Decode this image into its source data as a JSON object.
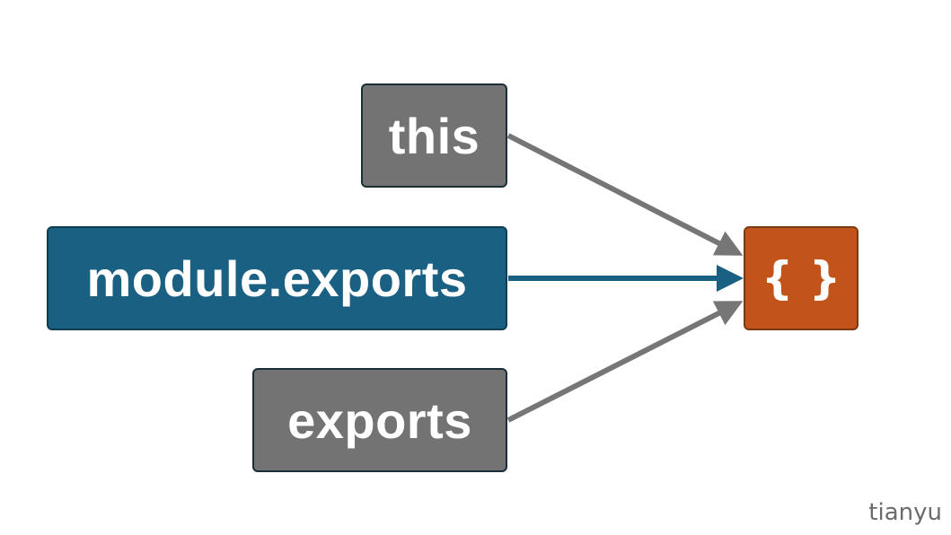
{
  "nodes": {
    "this": {
      "label": "this"
    },
    "module_exports": {
      "label": "module.exports"
    },
    "exports": {
      "label": "exports"
    },
    "object": {
      "label": "{ }"
    }
  },
  "colors": {
    "gray_box": "#737373",
    "blue_box": "#1a6082",
    "orange_box": "#c2531a",
    "gray_arrow": "#767676",
    "blue_arrow": "#1a6082"
  },
  "arrows": [
    {
      "from": "this",
      "to": "object",
      "color": "gray"
    },
    {
      "from": "module_exports",
      "to": "object",
      "color": "blue"
    },
    {
      "from": "exports",
      "to": "object",
      "color": "gray"
    }
  ],
  "watermark": "tianyu"
}
